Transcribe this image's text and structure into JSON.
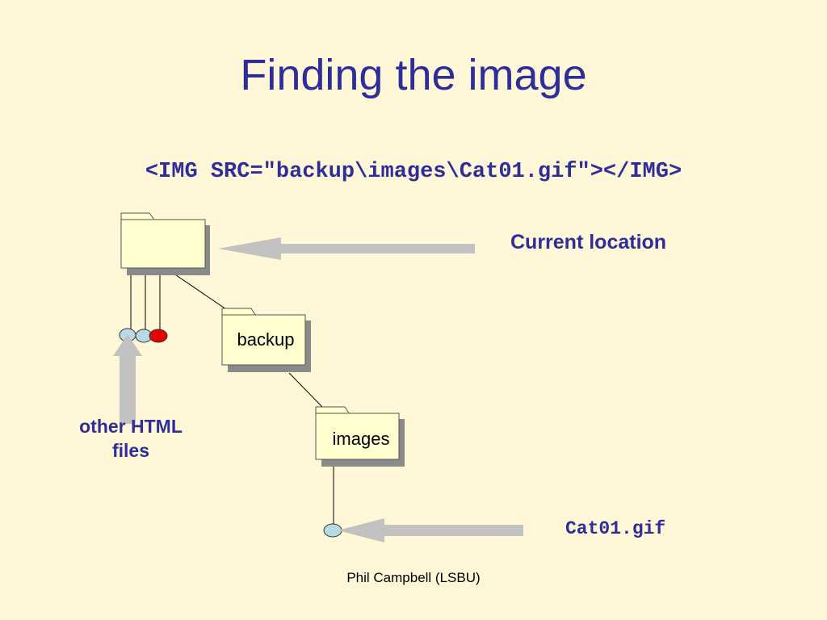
{
  "slide": {
    "title": "Finding the image",
    "code": "<IMG SRC=\"backup\\images\\Cat01.gif\"></IMG>",
    "footer": "Phil Campbell (LSBU)"
  },
  "diagram": {
    "folders": [
      {
        "id": "root",
        "label": ""
      },
      {
        "id": "backup",
        "label": "backup"
      },
      {
        "id": "images",
        "label": "images"
      }
    ],
    "labels": {
      "current_location": "Current location",
      "other_html_files_line1": "other HTML",
      "other_html_files_line2": "files",
      "target_file": "Cat01.gif"
    },
    "colors": {
      "background": "#fff7d8",
      "title": "#2e2e9a",
      "folder_fill": "#ffffd0",
      "folder_shadow": "#8a8a8a",
      "file_node": "#b7dbe5",
      "highlighted_file_node": "#e60000",
      "arrow": "#c2c2c2"
    }
  }
}
